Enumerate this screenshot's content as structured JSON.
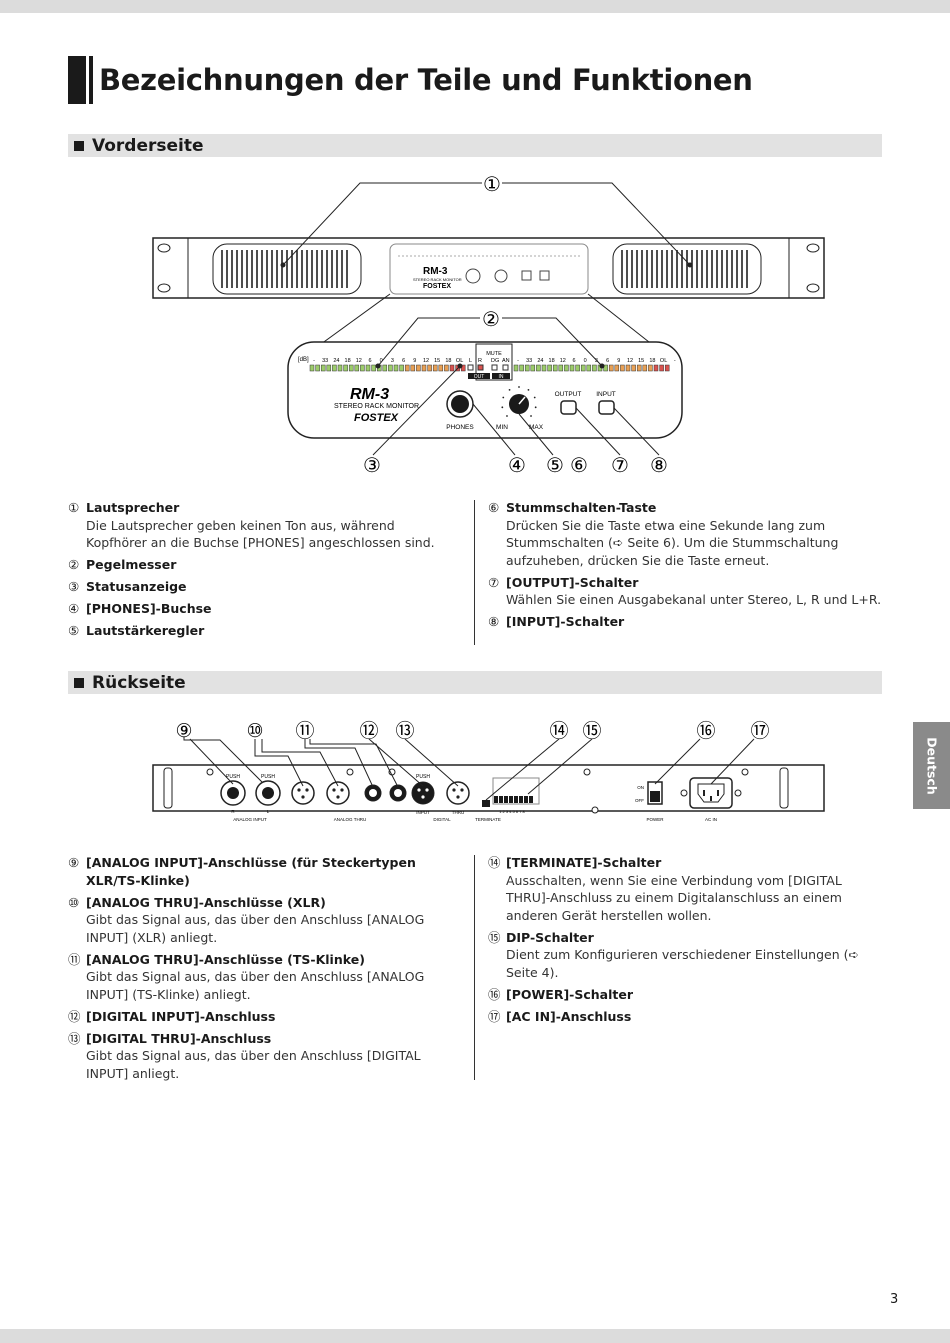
{
  "page": {
    "title": "Bezeichnungen der Teile und Funktionen",
    "page_number": "3",
    "side_tab": "Deutsch"
  },
  "front": {
    "heading": "Vorderseite",
    "panel": {
      "model": "RM-3",
      "subtitle": "STEREO RACK MONITOR",
      "brand": "FOSTEX",
      "db_label": "[dB]",
      "scale_left": [
        "-",
        "33",
        "24",
        "18",
        "12",
        "6",
        "0",
        "3",
        "6",
        "9",
        "12",
        "15",
        "18",
        "OL"
      ],
      "scale_right": [
        "-",
        "33",
        "24",
        "18",
        "12",
        "6",
        "0",
        "3",
        "6",
        "9",
        "12",
        "15",
        "18",
        "OL",
        "-"
      ],
      "mute": "MUTE",
      "mute_labels": [
        "L",
        "R",
        "DG",
        "AN"
      ],
      "out_label": "OUT",
      "in_label": "IN",
      "phones": "PHONES",
      "min": "MIN",
      "max": "MAX",
      "output": "OUTPUT",
      "input": "INPUT"
    },
    "callouts": [
      "①",
      "②",
      "③",
      "④",
      "⑤",
      "⑥",
      "⑦",
      "⑧"
    ],
    "left_items": [
      {
        "num": "①",
        "title": "Lautsprecher",
        "desc": "Die Lautsprecher geben keinen Ton aus, während Kopfhörer an die Buchse [PHONES] angeschlossen sind."
      },
      {
        "num": "②",
        "title": "Pegelmesser",
        "desc": ""
      },
      {
        "num": "③",
        "title": "Statusanzeige",
        "desc": ""
      },
      {
        "num": "④",
        "title": "[PHONES]-Buchse",
        "desc": ""
      },
      {
        "num": "⑤",
        "title": "Lautstärkeregler",
        "desc": ""
      }
    ],
    "right_items": [
      {
        "num": "⑥",
        "title": "Stummschalten-Taste",
        "desc": "Drücken Sie die Taste etwa eine Sekunde lang zum Stummschalten (➪ Seite 6). Um die Stummschaltung aufzuheben, drücken Sie die Taste erneut."
      },
      {
        "num": "⑦",
        "title": "[OUTPUT]-Schalter",
        "desc": "Wählen Sie einen Ausgabekanal unter Stereo, L, R und L+R."
      },
      {
        "num": "⑧",
        "title": "[INPUT]-Schalter",
        "desc": ""
      }
    ]
  },
  "rear": {
    "heading": "Rückseite",
    "panel": {
      "analog_input": "ANALOG INPUT",
      "analog_thru": "ANALOG THRU",
      "digital": "DIGITAL",
      "input": "INPUT",
      "thru": "THRU",
      "terminate": "TERMINATE",
      "power": "POWER",
      "ac_in": "AC IN",
      "on": "ON",
      "off": "OFF",
      "push": "PUSH",
      "r": "R",
      "l": "L",
      "dip_numbers": "1 2 3 4 5 6 7 8"
    },
    "callouts": [
      "⑨",
      "⑩",
      "⑪",
      "⑫",
      "⑬",
      "⑭",
      "⑮",
      "⑯",
      "⑰"
    ],
    "left_items": [
      {
        "num": "⑨",
        "title": "[ANALOG INPUT]-Anschlüsse (für Steckertypen XLR/TS-Klinke)",
        "desc": ""
      },
      {
        "num": "⑩",
        "title": "[ANALOG THRU]-Anschlüsse (XLR)",
        "desc": "Gibt das Signal aus, das über den Anschluss [ANALOG INPUT] (XLR) anliegt."
      },
      {
        "num": "⑪",
        "title": "[ANALOG THRU]-Anschlüsse (TS-Klinke)",
        "desc": "Gibt das Signal aus, das über den Anschluss [ANALOG INPUT] (TS-Klinke) anliegt."
      },
      {
        "num": "⑫",
        "title": "[DIGITAL INPUT]-Anschluss",
        "desc": ""
      },
      {
        "num": "⑬",
        "title": "[DIGITAL THRU]-Anschluss",
        "desc": "Gibt das Signal aus, das über den Anschluss [DIGITAL INPUT] anliegt."
      }
    ],
    "right_items": [
      {
        "num": "⑭",
        "title": "[TERMINATE]-Schalter",
        "desc": "Ausschalten, wenn Sie eine Verbindung vom [DIGITAL THRU]-Anschluss zu einem Digitalanschluss an einem anderen Gerät herstellen wollen."
      },
      {
        "num": "⑮",
        "title": "DIP-Schalter",
        "desc": "Dient zum Konfigurieren verschiedener Einstellungen (➪ Seite 4)."
      },
      {
        "num": "⑯",
        "title": "[POWER]-Schalter",
        "desc": ""
      },
      {
        "num": "⑰",
        "title": "[AC IN]-Anschluss",
        "desc": ""
      }
    ]
  },
  "colors": {
    "text": "#1a1a1a",
    "section_bg": "#e2e2e2",
    "tab_bg": "#8a8a8a",
    "led_green": "#9ccc6a",
    "led_orange": "#e8a055",
    "led_red": "#d9534f"
  }
}
